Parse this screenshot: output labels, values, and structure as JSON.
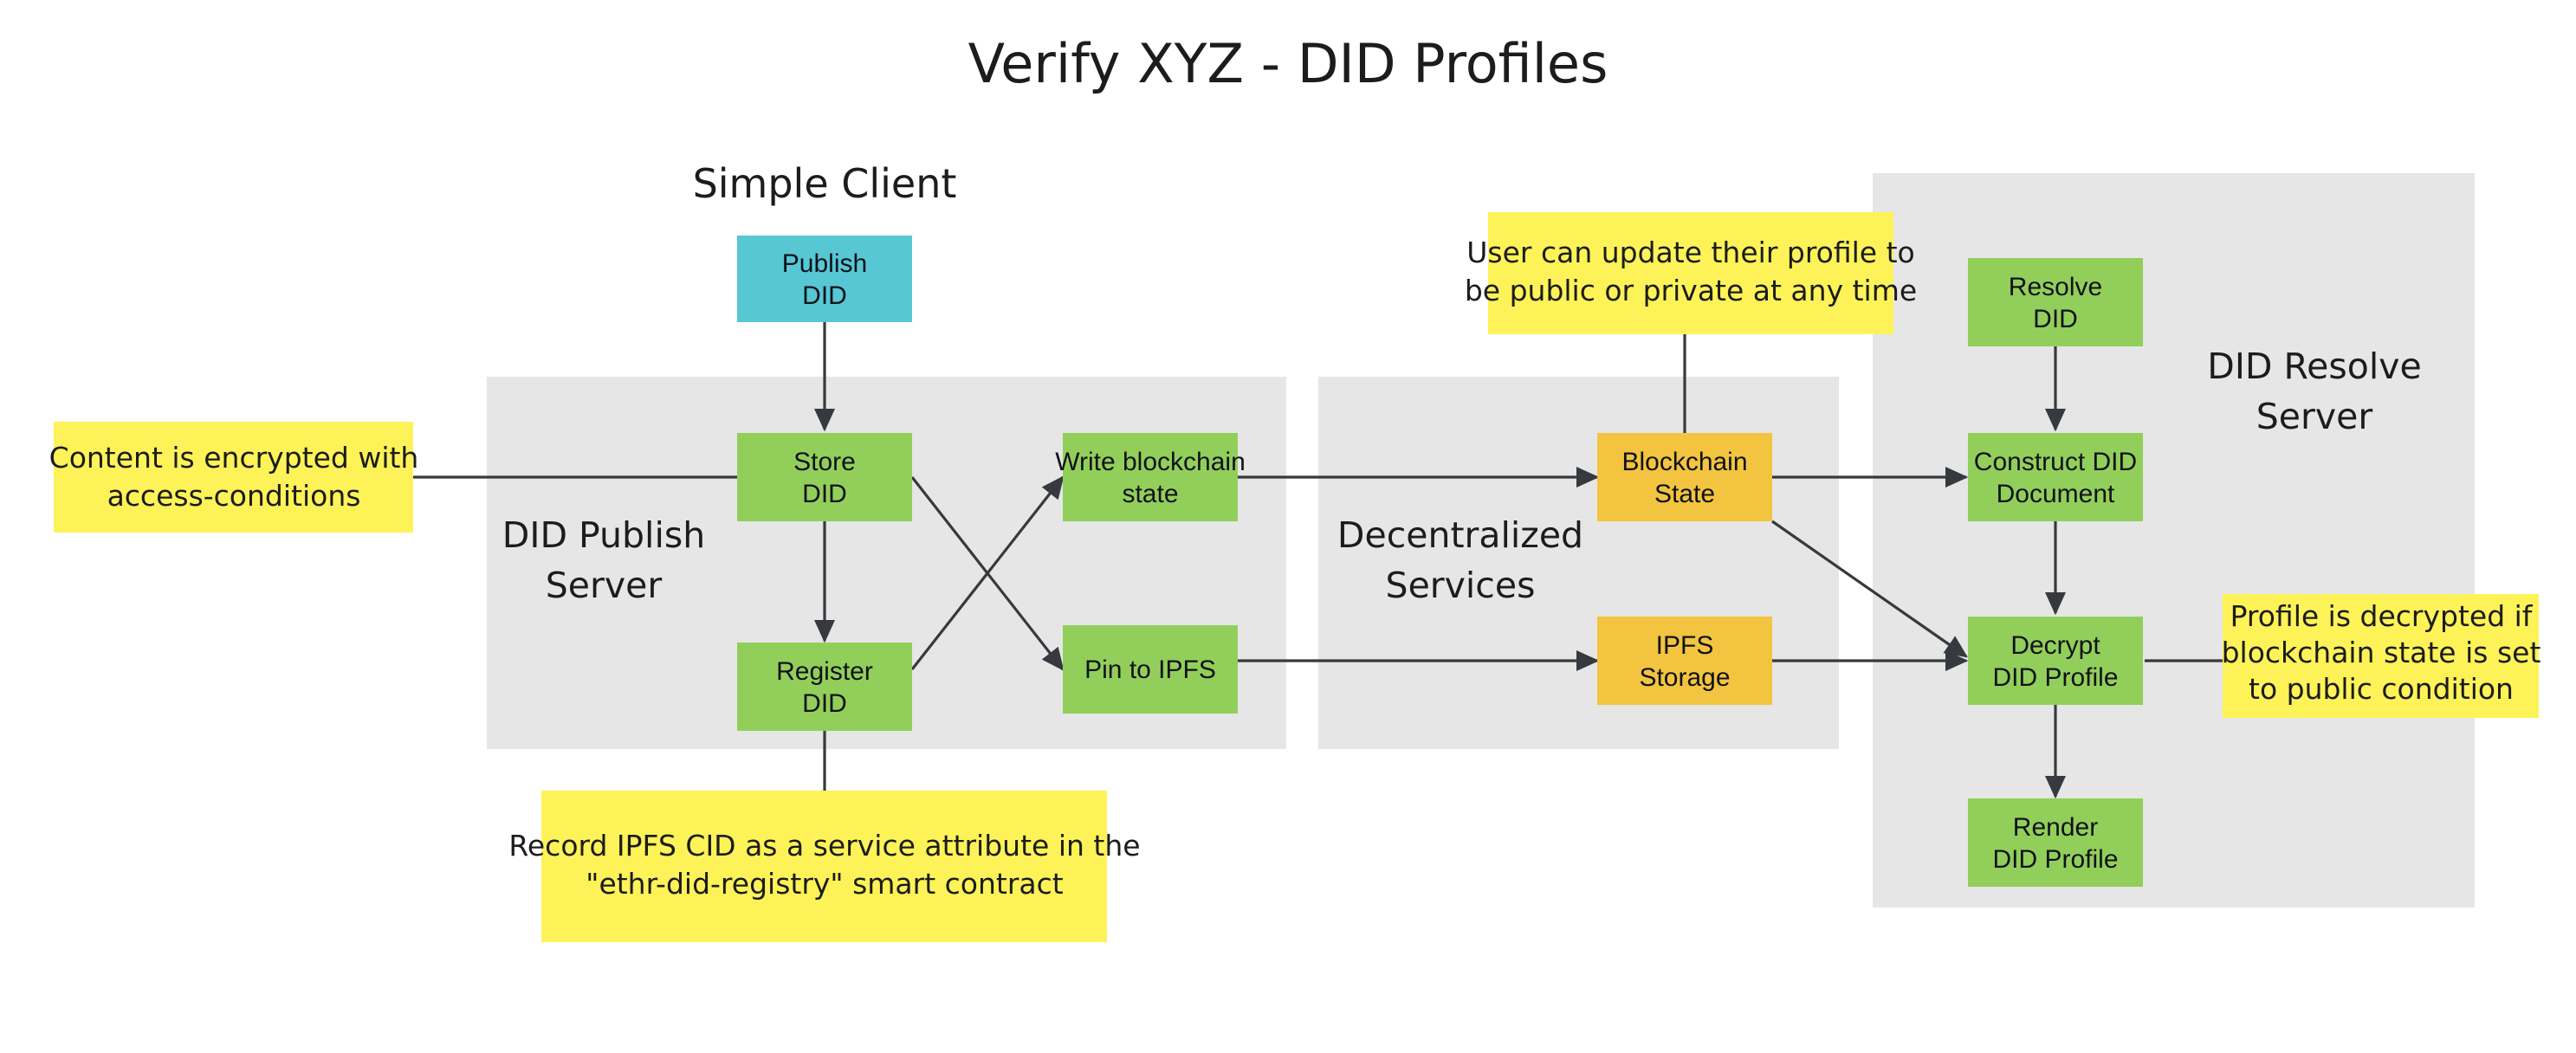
{
  "title": "Verify XYZ - DID Profiles",
  "colors": {
    "cluster_bg": "#e6e6e6",
    "green": "#92cf5a",
    "cyan": "#57c7d4",
    "amber": "#f3c43f",
    "note_yellow": "#fdf358",
    "edge": "#36393d",
    "text": "#1c1c1c"
  },
  "group_labels": {
    "simple_client": "Simple Client"
  },
  "clusters": [
    {
      "id": "did-publish-server",
      "label_line1": "DID Publish",
      "label_line2": "Server"
    },
    {
      "id": "decentralized-services",
      "label_line1": "Decentralized",
      "label_line2": "Services"
    },
    {
      "id": "did-resolve-server",
      "label_line1": "DID Resolve",
      "label_line2": "Server"
    }
  ],
  "nodes": [
    {
      "id": "publish-did",
      "line1": "Publish",
      "line2": "DID",
      "color": "cyan"
    },
    {
      "id": "store-did",
      "line1": "Store",
      "line2": "DID",
      "color": "green"
    },
    {
      "id": "register-did",
      "line1": "Register",
      "line2": "DID",
      "color": "green"
    },
    {
      "id": "write-blockchain-state",
      "line1": "Write blockchain",
      "line2": "state",
      "color": "green"
    },
    {
      "id": "pin-to-ipfs",
      "line1": "Pin to IPFS",
      "line2": "",
      "color": "green"
    },
    {
      "id": "blockchain-state",
      "line1": "Blockchain",
      "line2": "State",
      "color": "amber"
    },
    {
      "id": "ipfs-storage",
      "line1": "IPFS",
      "line2": "Storage",
      "color": "amber"
    },
    {
      "id": "resolve-did",
      "line1": "Resolve",
      "line2": "DID",
      "color": "green"
    },
    {
      "id": "construct-did-document",
      "line1": "Construct DID",
      "line2": "Document",
      "color": "green"
    },
    {
      "id": "decrypt-did-profile",
      "line1": "Decrypt",
      "line2": "DID Profile",
      "color": "green"
    },
    {
      "id": "render-did-profile",
      "line1": "Render",
      "line2": "DID Profile",
      "color": "green"
    }
  ],
  "notes": [
    {
      "id": "note-content-encrypted",
      "lines": [
        "Content is encrypted with",
        "access-conditions"
      ]
    },
    {
      "id": "note-record-ipfs-cid",
      "lines": [
        "Record IPFS CID as a service attribute in the",
        "\"ethr-did-registry\" smart contract"
      ]
    },
    {
      "id": "note-user-update-profile",
      "lines": [
        "User can update their profile to",
        "be public or private at any time"
      ]
    },
    {
      "id": "note-profile-decrypted",
      "lines": [
        "Profile is decrypted if",
        "blockchain state is set",
        "to public condition"
      ]
    }
  ]
}
